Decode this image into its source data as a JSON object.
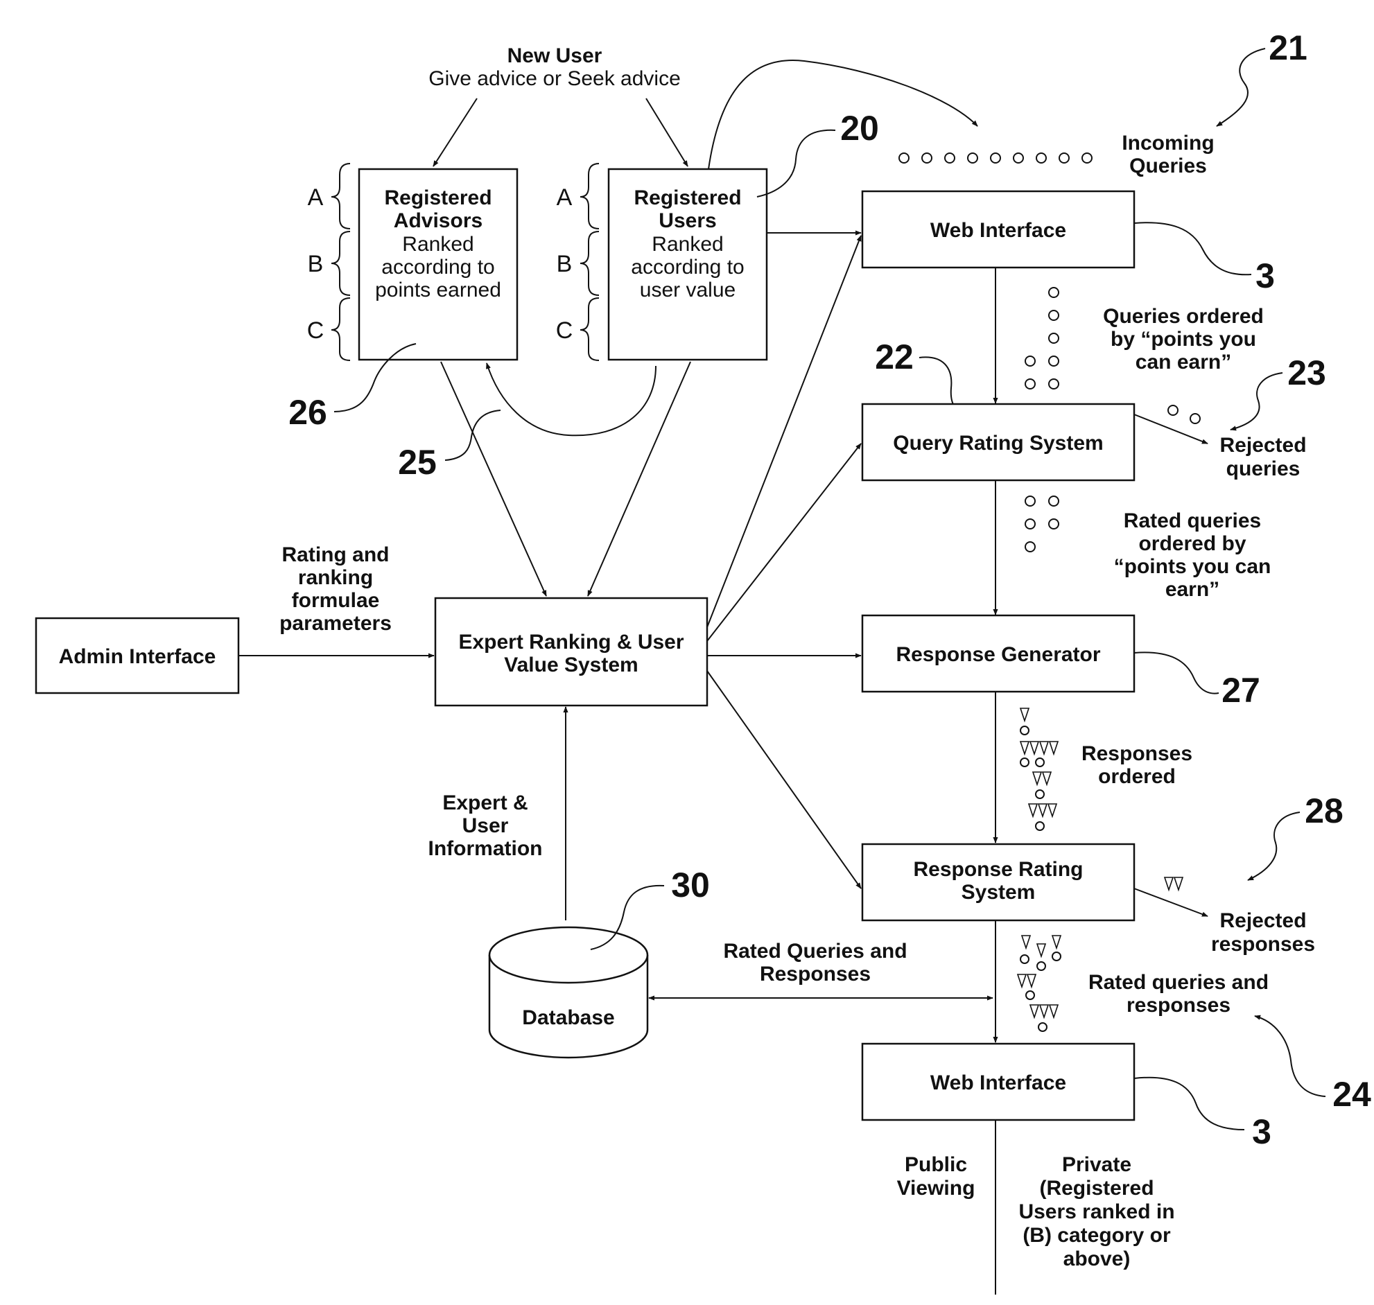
{
  "top_input": {
    "line1": "New User",
    "line2": "Give advice or Seek advice"
  },
  "advisors_box": {
    "title_lines": [
      "Registered",
      "Advisors"
    ],
    "desc_lines": [
      "Ranked",
      "according to",
      "points earned"
    ],
    "tiers": [
      "A",
      "B",
      "C"
    ]
  },
  "users_box": {
    "title_lines": [
      "Registered",
      "Users"
    ],
    "desc_lines": [
      "Ranked",
      "according to",
      "user value"
    ],
    "tiers": [
      "A",
      "B",
      "C"
    ]
  },
  "admin_box": {
    "label": "Admin Interface"
  },
  "expert_box": {
    "lines": [
      "Expert Ranking & User",
      "Value System"
    ]
  },
  "web_interface_top": {
    "label": "Web Interface"
  },
  "query_rating_box": {
    "label": "Query Rating System"
  },
  "response_generator_box": {
    "label": "Response Generator"
  },
  "response_rating_box": {
    "lines": [
      "Response Rating",
      "System"
    ]
  },
  "web_interface_bottom": {
    "label": "Web Interface"
  },
  "database": {
    "label": "Database"
  },
  "labels": {
    "rating_params": [
      "Rating and",
      "ranking",
      "formulae",
      "parameters"
    ],
    "expert_info": [
      "Expert &",
      "User",
      "Information"
    ],
    "incoming": [
      "Incoming",
      "Queries"
    ],
    "queries_ordered": [
      "Queries ordered",
      "by “points you",
      "can earn”"
    ],
    "rejected_queries": [
      "Rejected",
      "queries"
    ],
    "rated_queries_ordered": [
      "Rated queries",
      "ordered by",
      "“points you can",
      "earn”"
    ],
    "responses_ordered": [
      "Responses",
      "ordered"
    ],
    "rejected_responses": [
      "Rejected",
      "responses"
    ],
    "rated_qr": [
      "Rated queries and",
      "responses"
    ],
    "rated_qr_db": [
      "Rated Queries and",
      "Responses"
    ],
    "public": [
      "Public",
      "Viewing"
    ],
    "private": [
      "Private",
      "(Registered",
      "Users ranked in",
      "(B) category or",
      "above)"
    ]
  },
  "refs": {
    "r20": "20",
    "r21": "21",
    "r3a": "3",
    "r22": "22",
    "r23": "23",
    "r26": "26",
    "r25": "25",
    "r27": "27",
    "r28": "28",
    "r30": "30",
    "r24": "24",
    "r3b": "3"
  }
}
